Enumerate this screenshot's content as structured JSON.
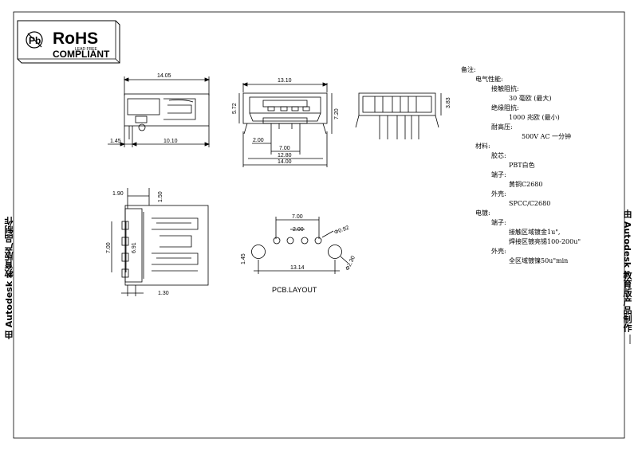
{
  "logo": {
    "title": "RoHS",
    "subtitle": "COMPLIANT",
    "small": "LEAD FREE"
  },
  "watermark": {
    "left": "由 Autodesk 教育版产品制作",
    "right": "由 Autodesk 教育版产品制作"
  },
  "side_view": {
    "d_width": "14.05",
    "d_left": "1.45",
    "d_right": "10.10"
  },
  "front_view": {
    "d_top": "13.10",
    "d_height": "5.72",
    "d_right": "7.20",
    "d_pitch": "2.00",
    "d_inner": "7.00",
    "d_wide": "12.80",
    "d_overall": "14.00"
  },
  "right_view": {
    "d_height": "3.83"
  },
  "top_view": {
    "d_a": "1.90",
    "d_b": "1.50",
    "d_c": "7.00",
    "d_d": "6.91",
    "d_e": "1.30"
  },
  "pcb_layout": {
    "title": "PCB.LAYOUT",
    "d_pitch_outer": "7.00",
    "d_pitch_inner": "2.00",
    "d_hole": "Φ0.92",
    "d_peg": "Φ2.30",
    "d_span": "13.14",
    "d_offset": "1.45"
  },
  "notes": {
    "title": "备注:",
    "elec": "电气性能:",
    "contact_res_label": "接触阻抗:",
    "contact_res_value": "30 毫欧 (最大)",
    "insul_res_label": "绝缘阻抗:",
    "insul_res_value": "1000 兆欧 (最小)",
    "withstand_label": "耐高压:",
    "withstand_value": "500V AC 一分钟",
    "material": "材料:",
    "housing_label": "胶芯:",
    "housing_value": "PBT白色",
    "terminal_label": "端子:",
    "terminal_value": "黄铜C2680",
    "shell_label": "外壳:",
    "shell_value": "SPCC/C2680",
    "plating": "电镀:",
    "plating_terminal_label": "端子:",
    "plating_terminal_v1": "接触区域镀金1u\",",
    "plating_terminal_v2": "焊接区镀亮锡100-200u\"",
    "plating_shell_label": "外壳:",
    "plating_shell_value": "全区域镀镍50u\"min"
  }
}
